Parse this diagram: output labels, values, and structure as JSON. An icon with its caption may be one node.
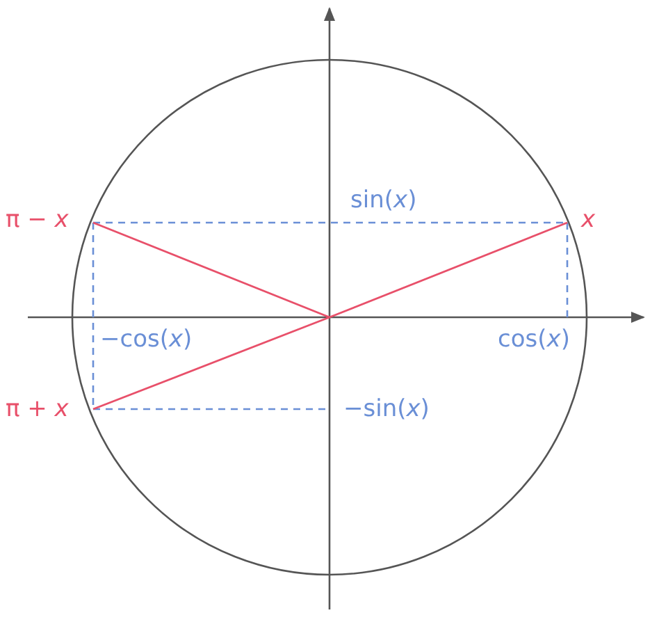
{
  "diagram": {
    "labels": [
      "sin(*x*)",
      "π − *x*",
      "*x*",
      "−cos(*x*)",
      "cos(*x*)",
      "π + *x*",
      "−sin(*x*)"
    ]
  }
}
